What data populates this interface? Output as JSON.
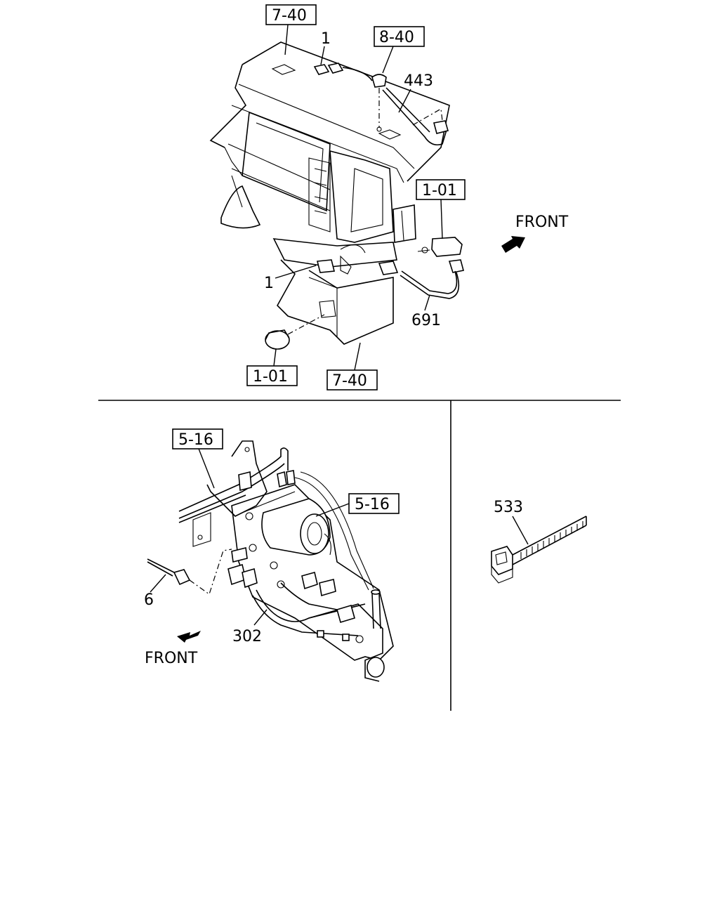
{
  "refs": {
    "top_7_40": "7-40",
    "top_8_40": "8-40",
    "top_1_01_right": "1-01",
    "top_1_01_bottom": "1-01",
    "top_7_40_bottom": "7-40",
    "left_5_16": "5-16",
    "mid_5_16": "5-16"
  },
  "parts": {
    "p1_top": "1",
    "p443": "443",
    "p1_mid": "1",
    "p691": "691",
    "p6": "6",
    "p302": "302",
    "p533": "533"
  },
  "front_labels": {
    "top": "FRONT",
    "bottom": "FRONT"
  }
}
